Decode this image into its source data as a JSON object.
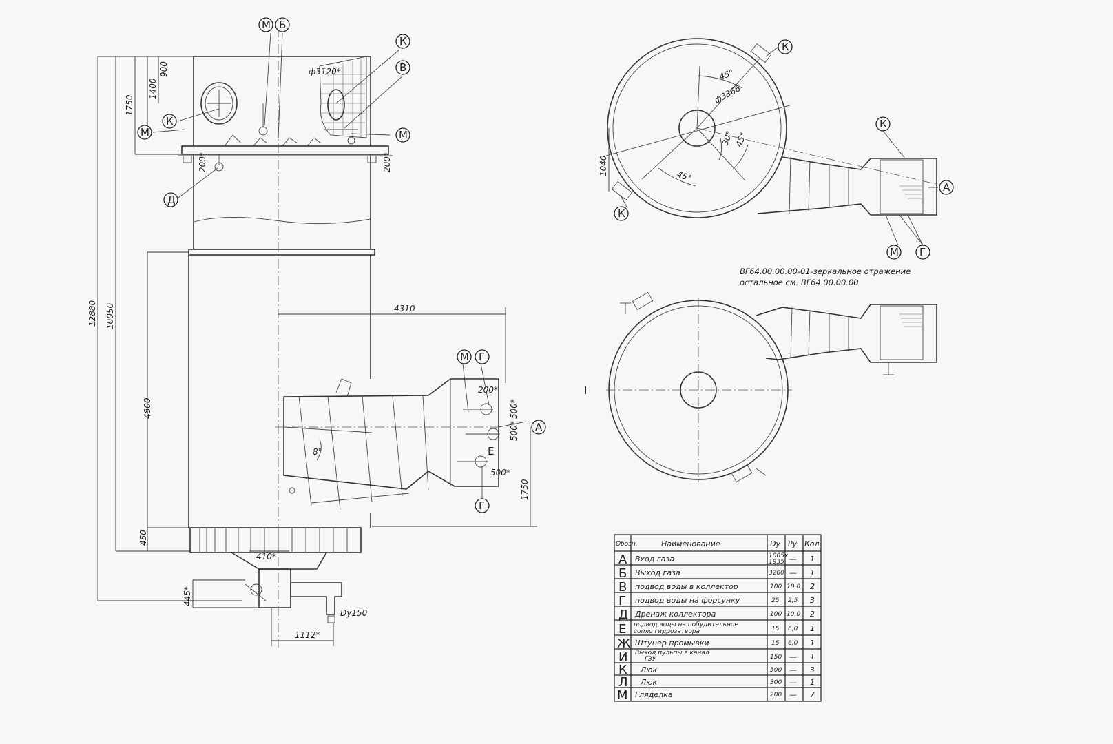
{
  "callouts": {
    "M": "М",
    "B": "Б",
    "K": "К",
    "V": "В",
    "D": "Д",
    "G": "Г",
    "E": "Е"
  },
  "dims": {
    "d3120": "ф3120*",
    "d3366": "ф3366",
    "h900": "900",
    "h1400": "1400",
    "h1750": "1750",
    "h10050": "10050",
    "h12880": "12880",
    "h4800": "4800",
    "h450": "450",
    "h445": "445*",
    "h1750b": "1750",
    "w4310": "4310",
    "w410": "410*",
    "w1112": "1112*",
    "dn150": "Dy150",
    "s200a": "200*",
    "s200b": "200*",
    "s200c": "200*",
    "s500a": "500*",
    "s500b": "500*",
    "s500c": "500*",
    "a8": "8°",
    "a45a": "45°",
    "a45b": "45°",
    "a45c": "45°",
    "a30": "30°",
    "h1040": "1040",
    "e_letter": "Е"
  },
  "notes": {
    "line1": "ВГ64.00.00.00-01-зеркальное отражение",
    "line2": "остальное см. ВГ64.00.00.00",
    "view_mark": "I"
  },
  "table": {
    "headers": [
      "Обозн.",
      "Наименование",
      "Dy",
      "Py",
      "Кол."
    ],
    "rows": [
      {
        "code": "А",
        "name": "Вход газа",
        "name2": "",
        "dy": "1005х",
        "dy2": "1935",
        "py": "—",
        "qty": "1"
      },
      {
        "code": "Б",
        "name": "Выход газа",
        "name2": "",
        "dy": "3200",
        "dy2": "",
        "py": "—",
        "qty": "1"
      },
      {
        "code": "В",
        "name": "подвод воды в коллектор",
        "name2": "",
        "dy": "100",
        "dy2": "",
        "py": "10,0",
        "qty": "2"
      },
      {
        "code": "Г",
        "name": "подвод воды на форсунку",
        "name2": "",
        "dy": "25",
        "dy2": "",
        "py": "2,5",
        "qty": "3"
      },
      {
        "code": "Д",
        "name": "Дренаж коллектора",
        "name2": "",
        "dy": "100",
        "dy2": "",
        "py": "10,0",
        "qty": "2"
      },
      {
        "code": "Е",
        "name": "подвод воды на побудительное",
        "name2": "сопло гидрозатвора",
        "dy": "15",
        "dy2": "",
        "py": "6,0",
        "qty": "1"
      },
      {
        "code": "Ж",
        "name": "Штуцер промывки",
        "name2": "",
        "dy": "15",
        "dy2": "",
        "py": "6,0",
        "qty": "1"
      },
      {
        "code": "И",
        "name": "Выход пульпы в канал",
        "name2": "ГЗУ",
        "dy": "150",
        "dy2": "",
        "py": "—",
        "qty": "1"
      },
      {
        "code": "К",
        "name": "Люк",
        "name2": "",
        "dy": "500",
        "dy2": "",
        "py": "—",
        "qty": "3"
      },
      {
        "code": "Л",
        "name": "Люк",
        "name2": "",
        "dy": "300",
        "dy2": "",
        "py": "—",
        "qty": "1"
      },
      {
        "code": "М",
        "name": "Гляделка",
        "name2": "",
        "dy": "200",
        "dy2": "",
        "py": "—",
        "qty": "7"
      }
    ]
  }
}
